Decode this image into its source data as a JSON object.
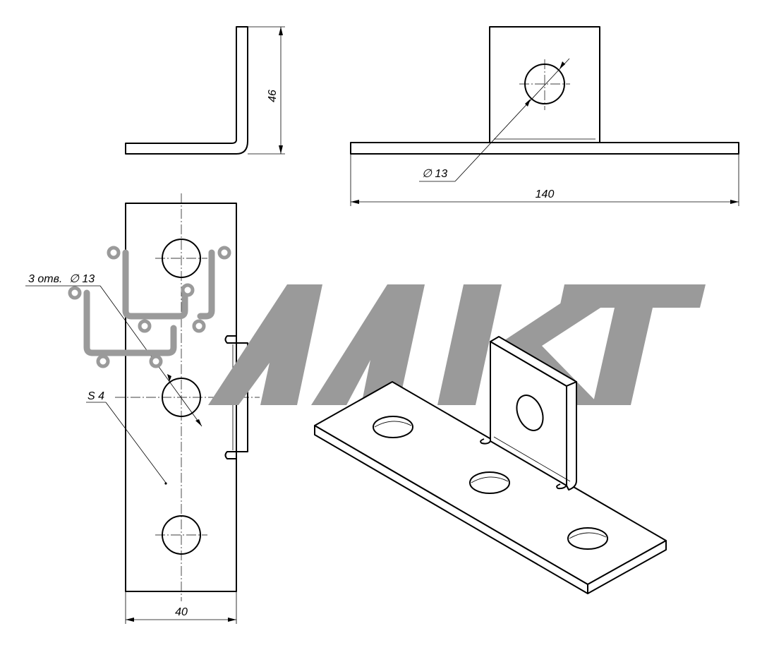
{
  "dimensions": {
    "height_side": "46",
    "length_top": "140",
    "width_plan": "40"
  },
  "callouts": {
    "hole_diameter": "∅ 13",
    "holes_count": "3 отв.",
    "holes_diameter": "∅ 13",
    "thickness": "S 4"
  },
  "watermark": {
    "text": "МКТ",
    "color": "#9a9a9a"
  },
  "colors": {
    "line": "#000000",
    "background": "#ffffff"
  }
}
